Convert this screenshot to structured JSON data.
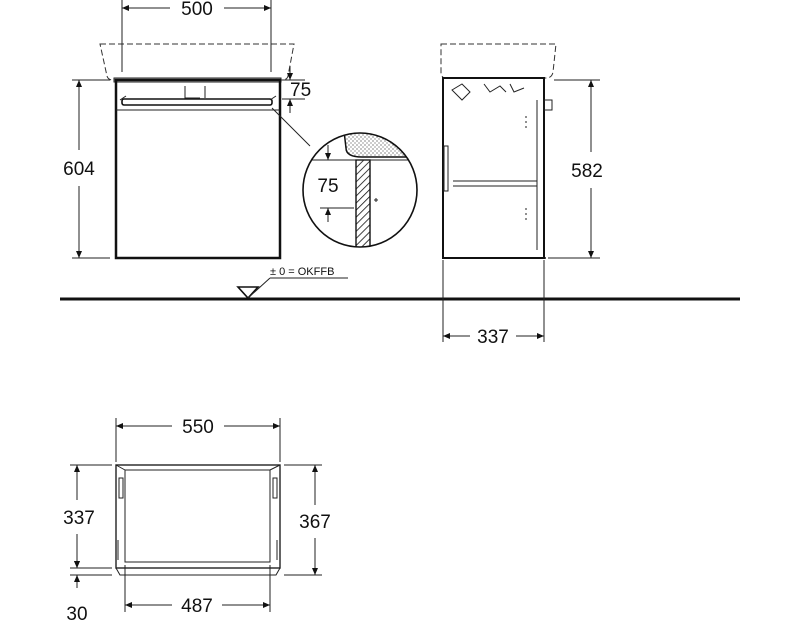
{
  "dimensions": {
    "front_top_width": "500",
    "front_height": "604",
    "front_top_offset": "75",
    "detail_offset": "75",
    "side_height": "582",
    "side_depth": "337",
    "plan_width": "550",
    "plan_depth_left": "337",
    "plan_depth_right": "367",
    "plan_inner_width": "487",
    "plan_offset": "30"
  },
  "floor_reference": "± 0 = OKFFB"
}
